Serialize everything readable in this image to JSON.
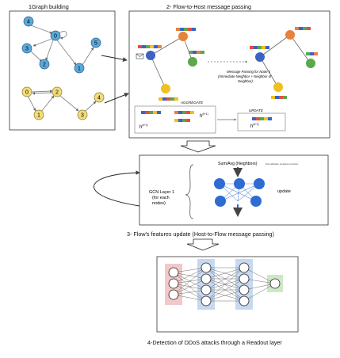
{
  "captions": {
    "graph_building": "1Graph building",
    "flow_to_host": "2- Flow-to-Host message passing",
    "features_update": "3- Flow's features update (Host-to-Flow message passing)",
    "detection": "4-Detection of DDoS attacks through a Readout layer"
  },
  "graph_building": {
    "blue_nodes": [
      "4",
      "0",
      "3",
      "2",
      "5",
      "1"
    ],
    "yellow_nodes": [
      "0",
      "2",
      "4",
      "1",
      "3"
    ]
  },
  "message_passing": {
    "note_line1": "Message Passing for Node 1",
    "note_line2": "(Immediate Neighbor + Neighbor of",
    "note_line3": "Neighbor)",
    "aggregate_label": "AGGREGATE",
    "update_label": "UPDATE",
    "h_label_1": "h",
    "h_label_2": "h",
    "h_label_3": "h",
    "h_superscript": "(k+1)"
  },
  "gcn": {
    "sum_avg_label": "Sum/Avg (Neighbors)",
    "normalization_label": "Normalization invariance function",
    "layer_label_1": "GCN Layer 1",
    "layer_label_2": "(for each",
    "layer_label_3": "nodes)",
    "update_label": "update"
  },
  "colors": {
    "blue_node": "#5aa9dc",
    "yellow_node": "#f3dc7b",
    "orange_node": "#e8823a",
    "green_node": "#59a84a",
    "dark_blue_node": "#3d62c4",
    "gcn_node": "#2e6cd2",
    "input_layer": "#f2c9c9",
    "hidden_layer": "#c7d8ef",
    "output_layer": "#cde8c6",
    "arrow": "#444444"
  }
}
